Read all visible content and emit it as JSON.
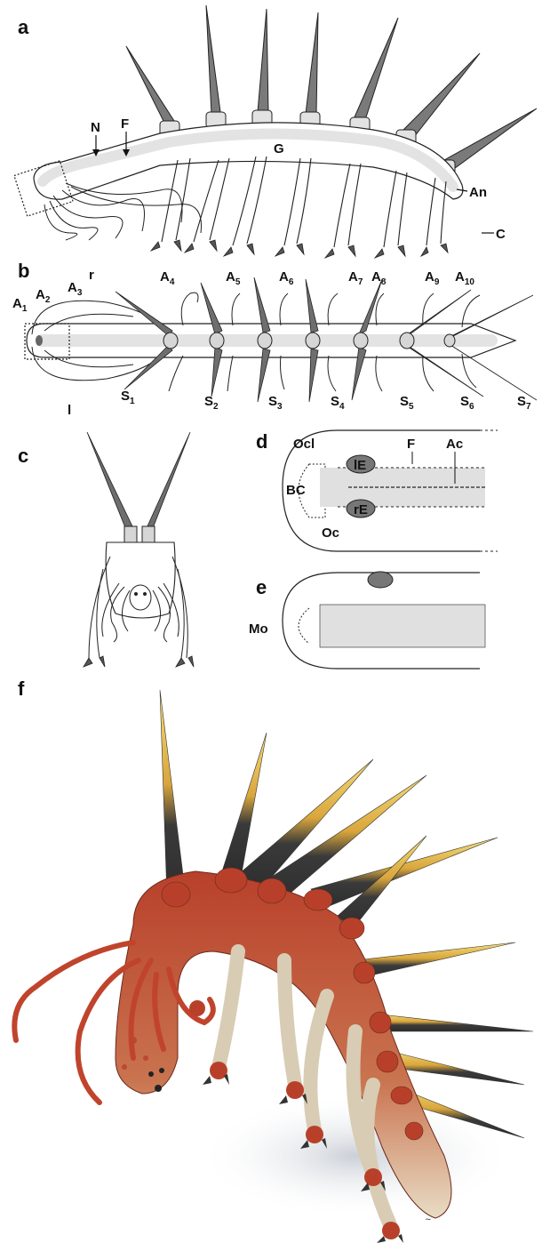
{
  "panels": {
    "a": {
      "letter": "a",
      "labels": {
        "n": "N",
        "f": "F",
        "g": "G",
        "an": "An",
        "c": "C"
      }
    },
    "b": {
      "letter": "b",
      "labels": {
        "r": "r",
        "l": "l",
        "a": [
          {
            "main": "A",
            "sub": "1"
          },
          {
            "main": "A",
            "sub": "2"
          },
          {
            "main": "A",
            "sub": "3"
          },
          {
            "main": "A",
            "sub": "4"
          },
          {
            "main": "A",
            "sub": "5"
          },
          {
            "main": "A",
            "sub": "6"
          },
          {
            "main": "A",
            "sub": "7"
          },
          {
            "main": "A",
            "sub": "8"
          },
          {
            "main": "A",
            "sub": "9"
          },
          {
            "main": "A",
            "sub": "10"
          }
        ],
        "s": [
          {
            "main": "S",
            "sub": "1"
          },
          {
            "main": "S",
            "sub": "2"
          },
          {
            "main": "S",
            "sub": "3"
          },
          {
            "main": "S",
            "sub": "4"
          },
          {
            "main": "S",
            "sub": "5"
          },
          {
            "main": "S",
            "sub": "6"
          },
          {
            "main": "S",
            "sub": "7"
          }
        ]
      }
    },
    "c": {
      "letter": "c"
    },
    "d": {
      "letter": "d",
      "labels": {
        "ocl": "Ocl",
        "f": "F",
        "ac": "Ac",
        "bc": "BC",
        "le": "lE",
        "re": "rE",
        "oc": "Oc"
      }
    },
    "e": {
      "letter": "e",
      "labels": {
        "mo": "Mo"
      }
    },
    "f": {
      "letter": "f"
    }
  },
  "colors": {
    "outline": "#222222",
    "gut": "#e6e6e6",
    "spine": "#6e6e6e",
    "body_red": "#b8402a",
    "body_cream": "#e8dcc4",
    "spine_tip": "#e9c24a",
    "spine_base": "#2e2e2e"
  }
}
